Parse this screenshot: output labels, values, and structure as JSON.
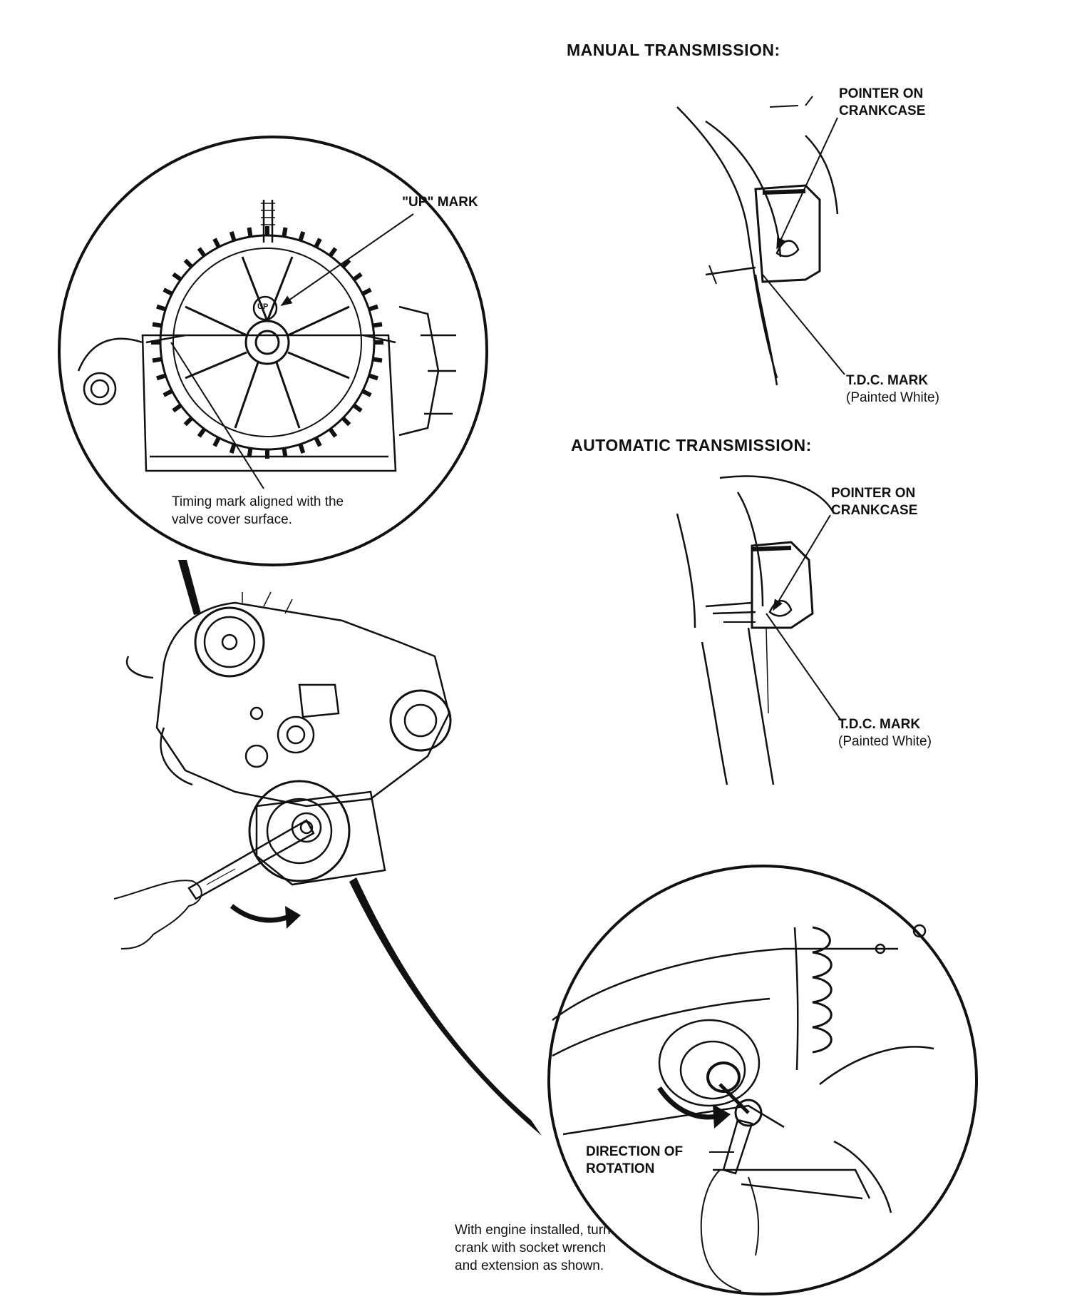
{
  "headings": {
    "manual": "MANUAL TRANSMISSION:",
    "automatic": "AUTOMATIC TRANSMISSION:"
  },
  "camshaft_detail": {
    "up_mark_label": "\"UP\" MARK",
    "pulley_stamp": "UP",
    "caption_line1": "Timing mark aligned with the",
    "caption_line2": "valve cover surface."
  },
  "manual": {
    "pointer_line1": "POINTER ON",
    "pointer_line2": "CRANKCASE",
    "tdc_label": "T.D.C. MARK",
    "tdc_note": "(Painted White)"
  },
  "automatic": {
    "pointer_line1": "POINTER ON",
    "pointer_line2": "CRANKCASE",
    "tdc_label": "T.D.C. MARK",
    "tdc_note": "(Painted White)"
  },
  "crank_detail": {
    "direction_line1": "DIRECTION OF",
    "direction_line2": "ROTATION",
    "caption_line1": "With engine installed, turn",
    "caption_line2": "crank with socket wrench",
    "caption_line3": "and extension as shown."
  }
}
